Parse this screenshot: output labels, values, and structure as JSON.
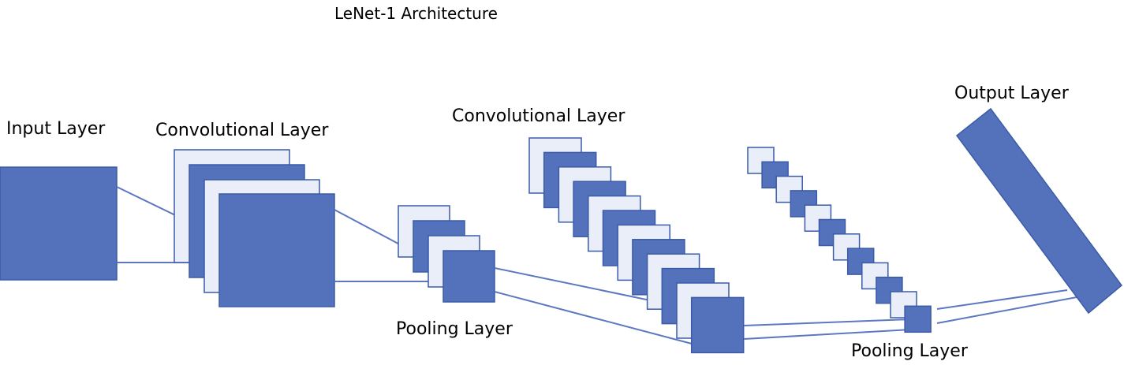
{
  "title": "LeNet-1 Architecture",
  "labels": {
    "input": "Input Layer",
    "conv1": "Convolutional Layer",
    "pool1": "Pooling Layer",
    "conv2": "Convolutional Layer",
    "pool2": "Pooling Layer",
    "output": "Output Layer"
  },
  "colors": {
    "fill_dark": "#5472bb",
    "fill_light": "#e9eef8",
    "stroke": "#3b5ba9",
    "line": "#5b78c0"
  }
}
